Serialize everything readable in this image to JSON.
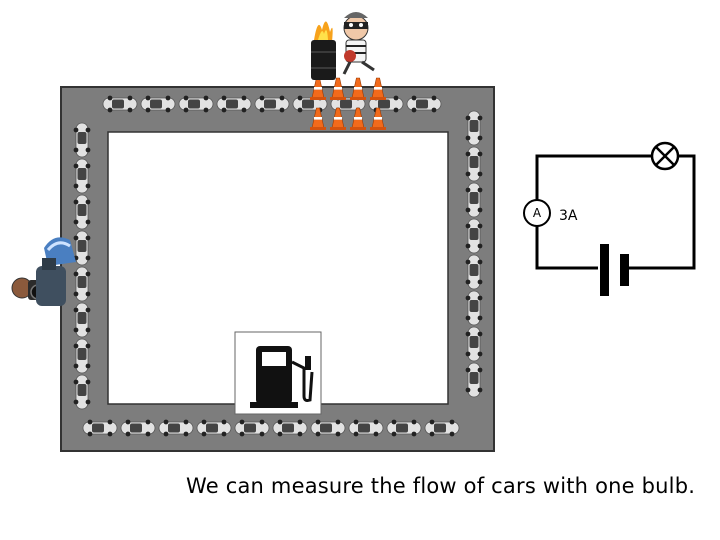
{
  "caption": "We can measure the flow of cars with one bulb.",
  "circuit": {
    "ammeter_symbol": "A",
    "ammeter_reading": "3A",
    "components": [
      "ammeter-icon",
      "lamp-icon",
      "battery-icon"
    ]
  },
  "scene": {
    "track_color": "#7d7d7d",
    "car_color": "#d9d9d9",
    "icons": [
      "car-icon",
      "fuel-pump-icon",
      "traffic-cone-icon",
      "burning-barrel-icon",
      "robber-icon",
      "photographer-icon"
    ]
  }
}
